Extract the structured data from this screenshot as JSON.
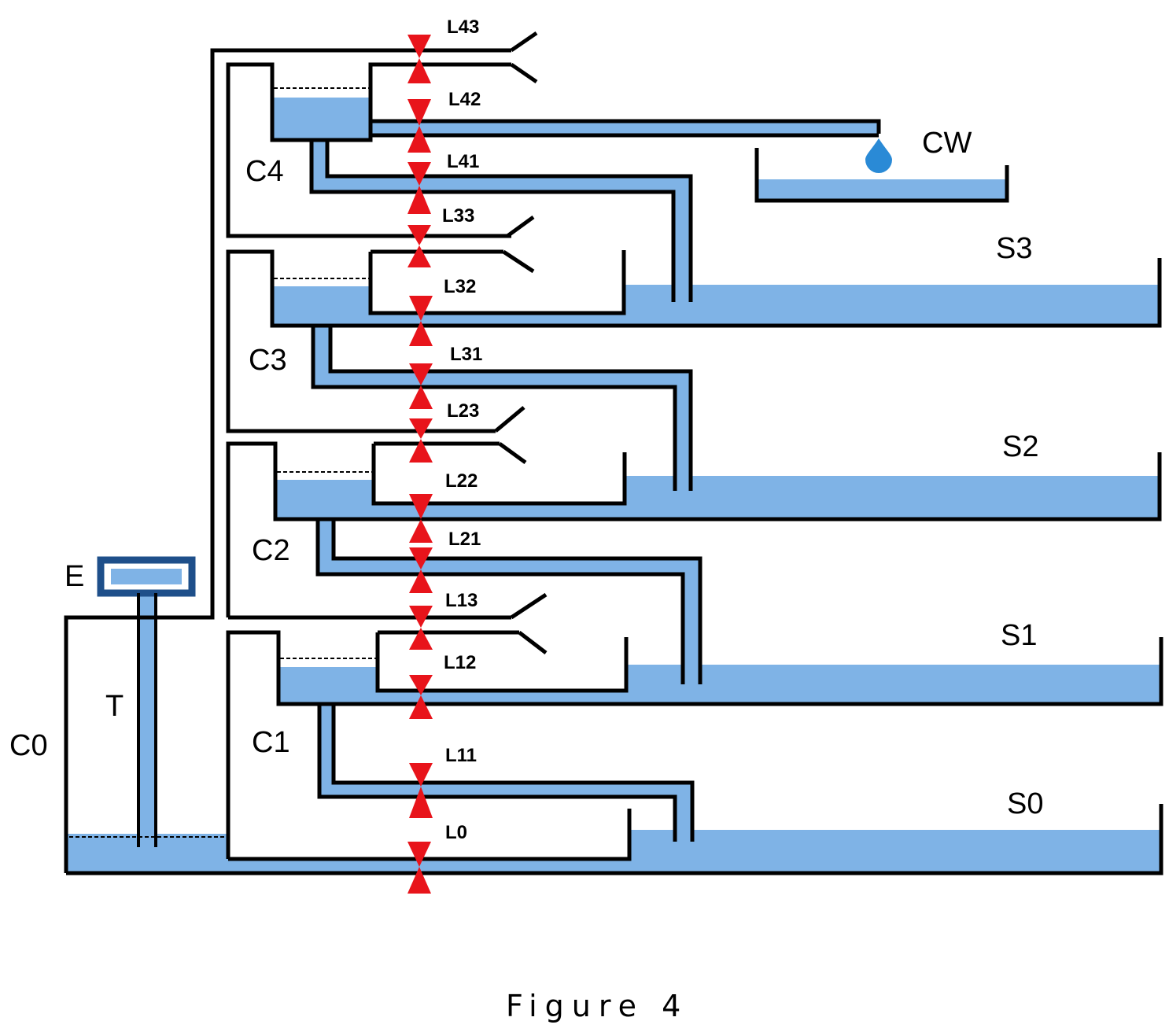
{
  "labels": {
    "C0": "C0",
    "C1": "C1",
    "C2": "C2",
    "C3": "C3",
    "C4": "C4",
    "E": "E",
    "T": "T",
    "CW": "CW",
    "S0": "S0",
    "S1": "S1",
    "S2": "S2",
    "S3": "S3"
  },
  "valves": {
    "L43": "L43",
    "L42": "L42",
    "L41": "L41",
    "L33": "L33",
    "L32": "L32",
    "L31": "L31",
    "L23": "L23",
    "L22": "L22",
    "L21": "L21",
    "L13": "L13",
    "L12": "L12",
    "L11": "L11",
    "L0": "L0"
  },
  "caption": "Figure 4",
  "colors": {
    "water": "#7fb3e6",
    "valve": "#e8141b",
    "wall": "#000000",
    "e_box_border": "#1e4f8a",
    "drop": "#2a8ad6"
  }
}
